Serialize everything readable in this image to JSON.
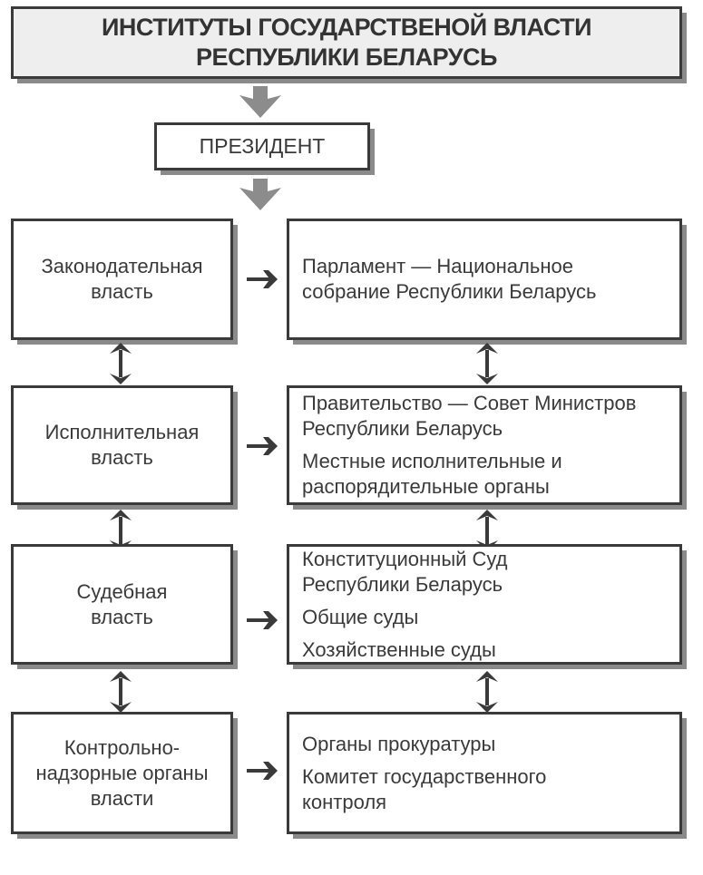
{
  "header": {
    "title_line1": "ИНСТИТУТЫ ГОСУДАРСТВЕНОЙ ВЛАСТИ",
    "title_line2": "РЕСПУБЛИКИ БЕЛАРУСЬ"
  },
  "president": {
    "label": "ПРЕЗИДЕНТ"
  },
  "branches": [
    {
      "label_lines": [
        "Законодательная",
        "власть"
      ],
      "bodies": [
        "Парламент — Национальное собрание Республики Беларусь"
      ]
    },
    {
      "label_lines": [
        "Исполнительная",
        "власть"
      ],
      "bodies": [
        "Правительство — Совет Министров Республики Беларусь",
        "Местные исполнительные и распорядительные органы"
      ]
    },
    {
      "label_lines": [
        "Судебная",
        "власть"
      ],
      "bodies": [
        "Конституционный Суд Республики Беларусь",
        "Общие суды",
        "Хозяйственные суды"
      ]
    },
    {
      "label_lines": [
        "Контрольно-",
        "надзорные органы",
        "власти"
      ],
      "bodies": [
        "Органы прокуратуры",
        "Комитет государственного контроля"
      ]
    }
  ],
  "icons": {
    "down": "down-arrow-icon",
    "right": "right-arrow-icon",
    "both": "double-arrow-icon"
  },
  "colors": {
    "border": "#3a3a3a",
    "shadow": "#8a8a8a",
    "title_bg": "#eeeeee",
    "arrow": "#3a3a3a",
    "block_arrow": "#8c8c8c"
  }
}
